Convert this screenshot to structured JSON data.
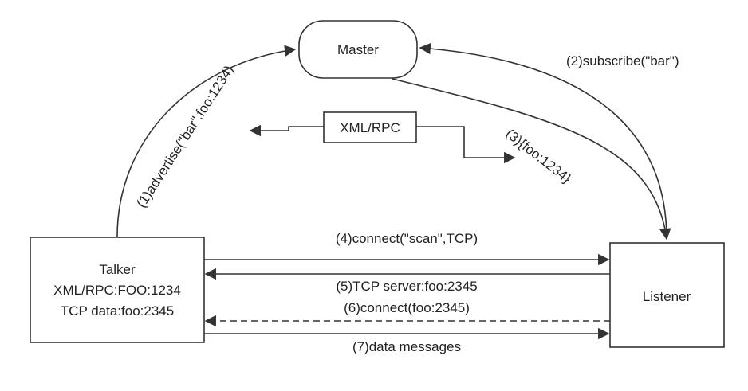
{
  "nodes": {
    "master": {
      "label": "Master"
    },
    "xmlrpc": {
      "label": "XML/RPC"
    },
    "talker": {
      "line1": "Talker",
      "line2": "XML/RPC:FOO:1234",
      "line3": "TCP data:foo:2345"
    },
    "listener": {
      "label": "Listener"
    }
  },
  "edges": {
    "advertise": "(1)advertise(\"bar\",foo:1234)",
    "subscribe": "(2)subscribe(\"bar\")",
    "foo1234": "(3){foo:1234}",
    "connect_scan": "(4)connect(\"scan\",TCP)",
    "tcp_server": "(5)TCP server:foo:2345",
    "connect_foo": "(6)connect(foo:2345)",
    "data_messages": "(7)data messages"
  },
  "colors": {
    "stroke": "#333333",
    "text": "#222222",
    "background": "#ffffff"
  }
}
